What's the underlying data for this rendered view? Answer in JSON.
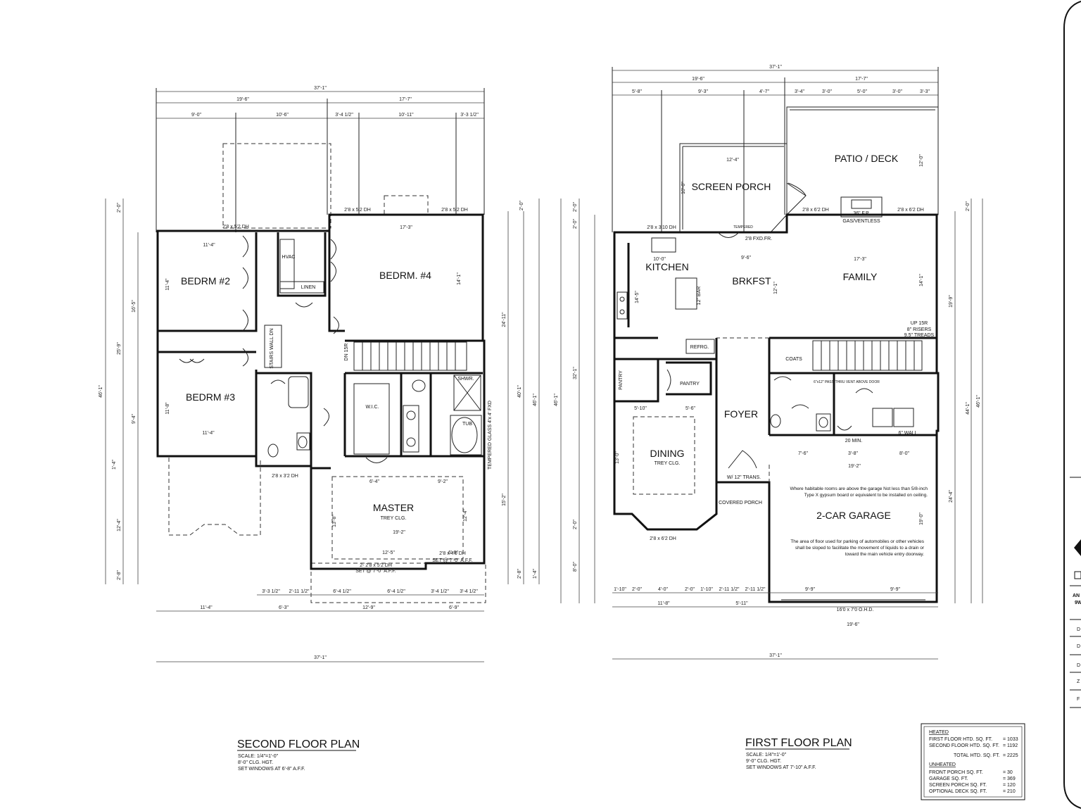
{
  "second_floor": {
    "title": "SECOND FLOOR PLAN",
    "notes": [
      "SCALE: 1/4\"=1'-0\"",
      "8'-0\" CLG. HGT.",
      "SET WINDOWS AT 6'-8\" A.F.F."
    ],
    "rooms": {
      "bedrm2": "BEDRM #2",
      "bedrm3": "BEDRM #3",
      "bedrm4": "BEDRM. #4",
      "master": "MASTER",
      "master_sub": "TREY CLG.",
      "hvac": "HVAC",
      "linen": "LINEN",
      "wic": "W.I.C.",
      "shwr": "SHWR.",
      "tub": "TUB",
      "stairs": "STAIRS\nWALL DN",
      "dn": "DN 15R",
      "tempered": "TEMPERED GLASS\n4'x 4' FXD"
    },
    "dims": {
      "overall_top": "37'-1\"",
      "top_a": "19'-6\"",
      "top_b": "17'-7\"",
      "top_c": [
        "9'-0\"",
        "10'-6\"",
        "3'-4 1/2\"",
        "10'-11\"",
        "3'-3 1/2\""
      ],
      "win_top_a": "2'8 x 5'2 DH",
      "win_top_b": "2'8 x 5'2 DH",
      "win_top_c": "2'8 x 5'2 DH",
      "b2_w": "11'-4\"",
      "b2_h": "11'-4\"",
      "b4_w": "17'-3\"",
      "b4_h": "14'-1\"",
      "b3_w": "11'-4\"",
      "b3_h": "11'-8\"",
      "master_w": "19'-2\"",
      "master_h": "13'-8\"",
      "master_a": "6'-4\"",
      "master_b": "9'-2\"",
      "master_c": "12'-5\"",
      "master_d": "6'-9\"",
      "master_e": "12'-4\"",
      "win_master": "2- 2'8 x 5'2 DH",
      "win_master_note": "SET @ 7'-0\" A.F.F.",
      "win_master2": "2'8 x 4'0 DH",
      "win_master2_note": "SET @ 7'-0\" A.F.F.",
      "win_bath": "2'8 x 3'2 DH",
      "left": [
        "2'-0\"",
        "16'-5\"",
        "25'-9\"",
        "9'-4\"",
        "1'-4\"",
        "12'-4\"",
        "2'-8\""
      ],
      "left_overall": "46'-1\"",
      "right": [
        "2'-0\"",
        "24'-11\"",
        "40'-1\"",
        "15'-2\"",
        "1'-4\"",
        "2'-8\""
      ],
      "right_overall": "46'-1\"",
      "bottom_a": [
        "3'-3 1/2\"",
        "2'-11 1/2\"",
        "6'-4 1/2\"",
        "6'-4 1/2\"",
        "3'-4 1/2\"",
        "3'-4 1/2\""
      ],
      "bottom_b": [
        "11'-4\"",
        "6'-3\"",
        "12'-9\"",
        "6'-9\""
      ],
      "bottom_overall": "37'-1\""
    }
  },
  "first_floor": {
    "title": "FIRST FLOOR PLAN",
    "notes": [
      "SCALE: 1/4\"=1'-0\"",
      "9'-0\" CLG. HGT.",
      "SET WINDOWS AT 7'-10\" A.F.F."
    ],
    "rooms": {
      "screen_porch": "SCREEN PORCH",
      "patio": "PATIO / DECK",
      "kitchen": "KITCHEN",
      "brkfst": "BRKFST",
      "family": "FAMILY",
      "dining": "DINING",
      "dining_sub": "TREY CLG.",
      "foyer": "FOYER",
      "garage": "2-CAR GARAGE",
      "pantry": "PANTRY",
      "pantry2": "PANTRY",
      "coats": "COATS",
      "refrg": "REFRG.",
      "bar": "12\" BAR",
      "fp": "36\" F.P.",
      "fp_sub": "GAS/VENTLESS",
      "covered_porch": "COVERED PORCH",
      "up": "UP 15R",
      "risers": "8\" RISERS",
      "treads": "9.5\" TREADS",
      "vent": "6\"x12\" PASS-THRU VENT ABOVE DOOR",
      "wall": "6\" WALL",
      "min": "20 MIN.",
      "trans": "W/ 12\" TRANS.",
      "tempered": "TEMPERED",
      "fixed": "2'8 FXD.FR."
    },
    "garage_note_1": "Where habitable rooms are above the garage Not less than 5/8-inch Type X gypsum board or equivalent to be installed on ceiling.",
    "garage_note_2": "The area of floor used for parking of automobiles or other vehicles shall be sloped to facilitate the movement of liquids to a drain or toward the main vehicle entry doorway.",
    "dims": {
      "overall_top": "37'-1\"",
      "top_a": "19'-6\"",
      "top_b": "17'-7\"",
      "top_c": [
        "5'-8\"",
        "9'-3\"",
        "4'-7\"",
        "3'-4\"",
        "3'-0\"",
        "5'-0\"",
        "3'-0\"",
        "3'-3\""
      ],
      "porch_w": "12'-4\"",
      "porch_h": "10'-0\"",
      "patio_h": "12'-0\"",
      "family_w": "17'-3\"",
      "family_h": "14'-1\"",
      "brk_w": "9'-6\"",
      "brk_h": "12'-1\"",
      "kit_w": "10'-0\"",
      "kit_h": "14'-5\"",
      "dining_w1": "5'-10\"",
      "dining_w2": "5'-6\"",
      "dining_h": "13'-0\"",
      "garage_w": "19'-2\"",
      "garage_h": "19'-0\"",
      "garage_a": [
        "7'-6\"",
        "3'-8\"",
        "8'-0\""
      ],
      "garage_door": "16'0 x 7'0 O.H.D.",
      "win_kitchen": "2'8 x 3'10 DH",
      "win_family_a": "2'8 x 6'2 DH",
      "win_family_b": "2'8 x 6'2 DH",
      "win_dining": "2'8 x 6'2 DH",
      "left": [
        "2'-0\"",
        "2'-0\"",
        "32'-1\"",
        "2'-0\"",
        "8'-0\""
      ],
      "left_overall": "46'-1\"",
      "right": [
        "2'-0\"",
        "19'-9\"",
        "44'-1\"",
        "24'-4\""
      ],
      "right_overall": "46'-1\"",
      "bottom_a": [
        "1'-10\"",
        "2'-0\"",
        "4'-0\"",
        "2'-0\"",
        "1'-10\"",
        "2'-11 1/2\"",
        "2'-11 1/2\"",
        "9'-9\"",
        "9'-9\""
      ],
      "bottom_b": [
        "11'-8\"",
        "5'-11\"",
        "19'-6\""
      ],
      "bottom_overall": "37'-1\""
    }
  },
  "area_table": {
    "heated_label": "HEATED",
    "rows_heated": [
      {
        "label": "FIRST FLOOR HTD. SQ. FT.",
        "value": "= 1033"
      },
      {
        "label": "SECOND FLOOR HTD. SQ. FT.",
        "value": "= 1192"
      },
      {
        "label": "TOTAL HTD. SQ. FT.",
        "value": "= 2225"
      }
    ],
    "unheated_label": "UNHEATED",
    "rows_unheated": [
      {
        "label": "FRONT PORCH SQ. FT.",
        "value": "= 30"
      },
      {
        "label": "GARAGE SQ. FT.",
        "value": "= 369"
      },
      {
        "label": "SCREEN PORCH SQ. FT.",
        "value": "= 120"
      },
      {
        "label": "OPTIONAL DECK SQ. FT.",
        "value": "= 210"
      }
    ]
  },
  "title_block": {
    "fragments": [
      "AN",
      "9W",
      "D",
      "D",
      "D",
      "Z",
      "F"
    ]
  }
}
